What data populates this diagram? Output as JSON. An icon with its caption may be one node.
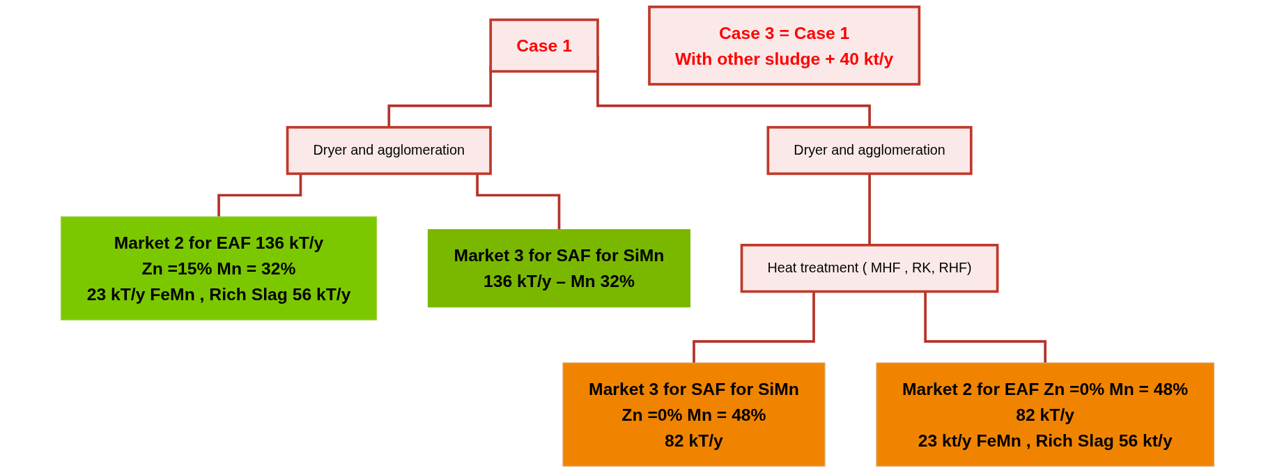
{
  "diagram": {
    "nodes": [
      {
        "text": [
          "Case 1"
        ]
      },
      {
        "text": [
          "Case 3 = Case 1",
          "With other sludge + 40 kt/y"
        ]
      },
      {
        "text": [
          "Dryer and agglomeration"
        ]
      },
      {
        "text": [
          "Dryer and agglomeration"
        ]
      },
      {
        "text": [
          "Market 2 for  EAF 136 kT/y",
          "Zn =15% Mn = 32%",
          "23 kT/y FeMn , Rich Slag 56 kT/y"
        ]
      },
      {
        "text": [
          "Market 3 for  SAF for SiMn",
          "136 kT/y – Mn 32%"
        ]
      },
      {
        "text": [
          "Heat treatment ( MHF , RK, RHF)"
        ]
      },
      {
        "text": [
          "Market 3 for SAF  for SiMn",
          "Zn =0% Mn = 48%",
          "82 kT/y"
        ]
      },
      {
        "text": [
          "Market 2 for  EAF Zn =0% Mn = 48%",
          "82 kT/y",
          "23 kt/y FeMn , Rich Slag 56 kt/y"
        ]
      }
    ],
    "edges": [
      {
        "from": 0,
        "to": 2,
        "arrow": "none"
      },
      {
        "from": 0,
        "to": 3,
        "arrow": "none"
      },
      {
        "from": 2,
        "to": 4,
        "arrow": "none"
      },
      {
        "from": 2,
        "to": 5,
        "arrow": "none"
      },
      {
        "from": 3,
        "to": 6,
        "arrow": "none"
      },
      {
        "from": 6,
        "to": 7,
        "arrow": "none"
      },
      {
        "from": 6,
        "to": 8,
        "arrow": "none"
      }
    ]
  }
}
